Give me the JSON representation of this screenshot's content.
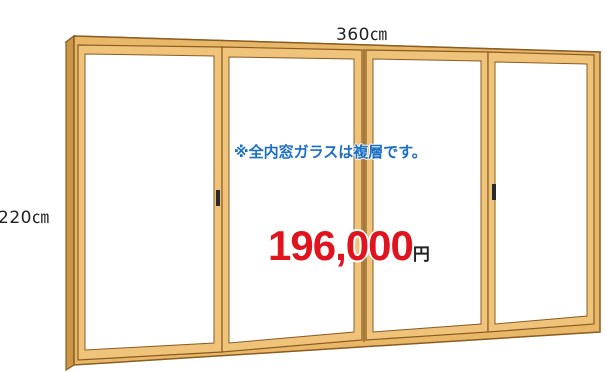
{
  "dimensions": {
    "width_label": "360㎝",
    "height_label": "220㎝"
  },
  "note": "※全内窓ガラスは複層です。",
  "price": {
    "value": "196,000",
    "unit": "円"
  },
  "colors": {
    "frame": "#e8b768",
    "frame_edge": "#9a6a2a",
    "glass": "#ffffff",
    "note_text": "#1a6fc4",
    "price_text": "#e0141e"
  }
}
